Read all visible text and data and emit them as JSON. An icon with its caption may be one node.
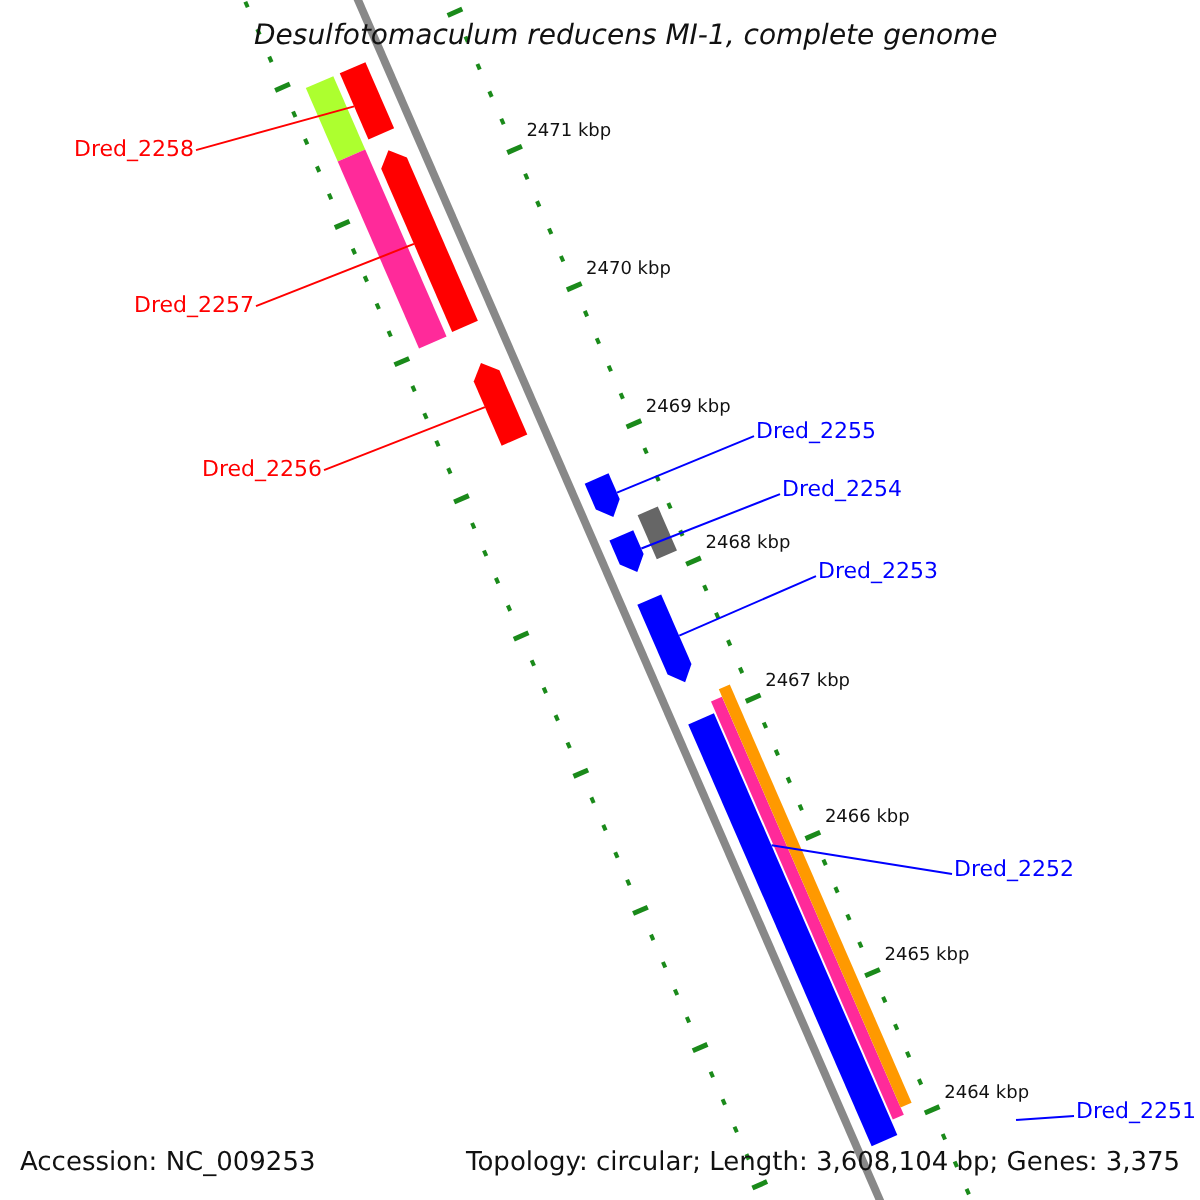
{
  "diagram": {
    "title": "Desulfotomaculum reducens MI-1, complete genome",
    "nodes": [
      {
        "text": [
          "Dred_2258"
        ]
      },
      {
        "text": [
          "Dred_2257"
        ]
      },
      {
        "text": [
          "Dred_2256"
        ]
      },
      {
        "text": [
          "Dred_2255"
        ]
      },
      {
        "text": [
          "Dred_2254"
        ]
      },
      {
        "text": [
          "Dred_2253"
        ]
      },
      {
        "text": [
          "Dred_2252"
        ]
      },
      {
        "text": [
          "Dred_2251"
        ]
      },
      {
        "text": [],
        "shape": "arrow"
      },
      {
        "text": [],
        "shape": "arrow"
      },
      {
        "text": [],
        "shape": "arrow"
      },
      {
        "text": [],
        "shape": "arrow"
      },
      {
        "text": [],
        "shape": "arrow"
      },
      {
        "text": [],
        "shape": "arrow"
      },
      {
        "text": [],
        "shape": "arrow"
      },
      {
        "text": [],
        "shape": "bar"
      },
      {
        "text": [],
        "shape": "bar"
      },
      {
        "text": [],
        "shape": "bar"
      },
      {
        "text": [],
        "shape": "bar"
      },
      {
        "text": [],
        "shape": "bar"
      }
    ],
    "edges": [
      {
        "from": 0,
        "to": 8,
        "arrow": "none",
        "color": "#ff0000"
      },
      {
        "from": 1,
        "to": 9,
        "arrow": "none",
        "color": "#ff0000"
      },
      {
        "from": 2,
        "to": 10,
        "arrow": "none",
        "color": "#ff0000"
      },
      {
        "from": 3,
        "to": 11,
        "arrow": "none"
      },
      {
        "from": 4,
        "to": 12,
        "arrow": "none"
      },
      {
        "from": 5,
        "to": 13,
        "arrow": "none"
      },
      {
        "from": 6,
        "to": 14,
        "arrow": "none"
      },
      {
        "from": 7,
        "to": null,
        "arrow": "none"
      }
    ],
    "labels": [
      "2471 kbp",
      "2470 kbp",
      "2469 kbp",
      "2468 kbp",
      "2467 kbp",
      "2466 kbp",
      "2465 kbp",
      "2464 kbp",
      "Accession: NC_009253",
      "Topology: circular; Length: 3,608,104 bp; Genes: 3,375"
    ]
  }
}
